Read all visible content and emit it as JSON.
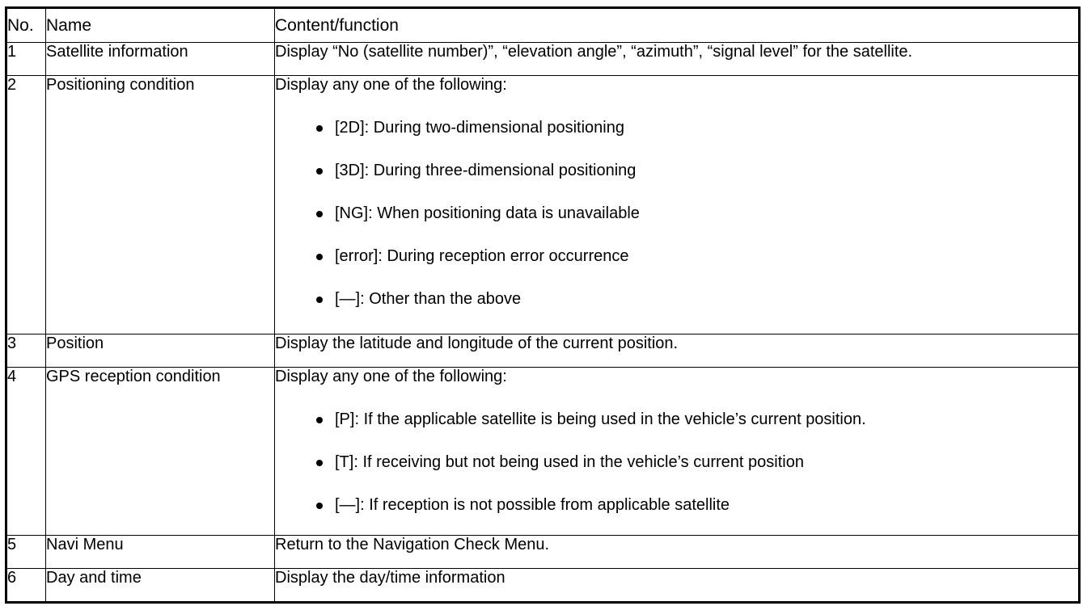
{
  "table": {
    "headers": {
      "no": "No.",
      "name": "Name",
      "content": "Content/function"
    },
    "rows": [
      {
        "no": "1",
        "name": "Satellite information",
        "lead": "Display “No (satellite number)”, “elevation angle”, “azimuth”, “signal level” for the satellite.",
        "bullets": []
      },
      {
        "no": "2",
        "name": "Positioning condition",
        "lead": "Display any one of the following:",
        "bullets": [
          "[2D]: During two-dimensional positioning",
          "[3D]: During three-dimensional positioning",
          "[NG]: When positioning data is unavailable",
          "[error]: During reception error occurrence",
          "[—]: Other than the above"
        ]
      },
      {
        "no": "3",
        "name": "Position",
        "lead": "Display the latitude and longitude of the current position.",
        "bullets": []
      },
      {
        "no": "4",
        "name": "GPS reception condition",
        "lead": "Display any one of the following:",
        "bullets": [
          "[P]: If the applicable satellite is being used in the vehicle’s current position.",
          "[T]: If receiving but not being used in the vehicle’s current position",
          "[—]: If reception is not possible from applicable satellite"
        ]
      },
      {
        "no": "5",
        "name": "Navi Menu",
        "lead": "Return to the Navigation Check Menu.",
        "bullets": []
      },
      {
        "no": "6",
        "name": "Day and time",
        "lead": "Display the day/time information",
        "bullets": []
      }
    ]
  },
  "colors": {
    "border": "#000000",
    "text": "#000000",
    "background": "#ffffff"
  }
}
